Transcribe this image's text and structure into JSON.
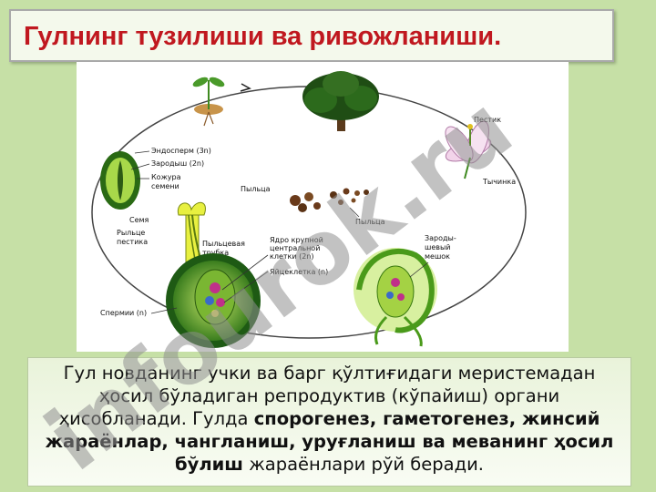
{
  "title": "Гулнинг тузилиши ва ривожланиши.",
  "diagram": {
    "labels": {
      "endosperm": "Эндосперм (3n)",
      "embryo": "Зародыш (2n)",
      "seed_coat_line1": "Кожура",
      "seed_coat_line2": "семени",
      "seed": "Семя",
      "pollen_top": "Пыльца",
      "pistil": "Пестик",
      "stamen": "Тычинка",
      "pollen_right": "Пыльца",
      "stigma_line1": "Рыльце",
      "stigma_line2": "пестика",
      "tube_line1": "Пыльцевая",
      "tube_line2": "трубка",
      "nucleus_line1": "Ядро крупной",
      "nucleus_line2": "центральной",
      "nucleus_line3": "клетки (2n)",
      "egg_cell": "Яйцеклетка (n)",
      "sac_line1": "Зароды-",
      "sac_line2": "шевый",
      "sac_line3": "мешок",
      "sperm": "Спермии (n)"
    }
  },
  "caption": {
    "part1": "Гул новданинг учки ва барг қўлтиғидаги меристемадан ҳосил бўладиган репродуктив (кўпайиш) органи ҳисобланади. Гулда ",
    "bold": "спорогенез, гаметогенез, жинсий жараёнлар, чангланиш, уруғланиш ва меванинг ҳосил бўлиш",
    "part2": " жараёнлари рўй беради."
  },
  "watermark": "infourok.ru",
  "colors": {
    "background": "#c6e0a6",
    "title": "#c0181f",
    "watermark_purple": "#b591df",
    "watermark_gray": "#8f8f8f"
  }
}
